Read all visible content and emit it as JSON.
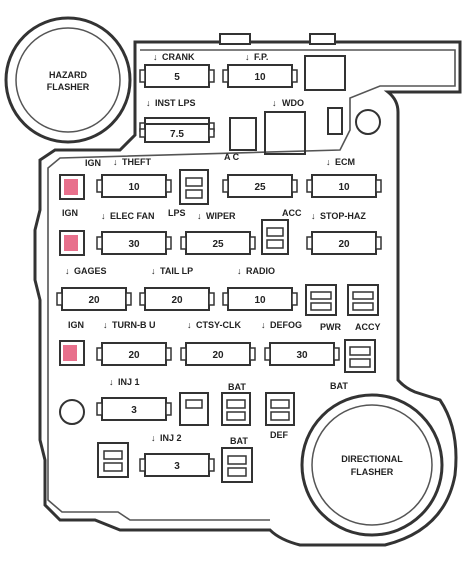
{
  "circles": {
    "hazard": {
      "line1": "HAZARD",
      "line2": "FLASHER"
    },
    "directional": {
      "line1": "DIRECTIONAL",
      "line2": "FLASHER"
    }
  },
  "fuses": [
    {
      "id": "crank",
      "label": "CRANK",
      "value": "5"
    },
    {
      "id": "fp",
      "label": "F.P.",
      "value": "10"
    },
    {
      "id": "inst-lps",
      "label": "INST LPS",
      "value": "7.5"
    },
    {
      "id": "inst-lps-2",
      "label": "",
      "value": "7.5"
    },
    {
      "id": "theft",
      "label": "THEFT",
      "value": "10"
    },
    {
      "id": "ac-fuse",
      "label": "",
      "value": "25"
    },
    {
      "id": "ecm",
      "label": "ECM",
      "value": "10"
    },
    {
      "id": "elec-fan",
      "label": "ELEC FAN",
      "value": "30"
    },
    {
      "id": "wiper",
      "label": "WIPER",
      "value": "25"
    },
    {
      "id": "stop-haz",
      "label": "STOP-HAZ",
      "value": "20"
    },
    {
      "id": "gages",
      "label": "GAGES",
      "value": "20"
    },
    {
      "id": "tail-lp",
      "label": "TAIL LP",
      "value": "20"
    },
    {
      "id": "radio",
      "label": "RADIO",
      "value": "10"
    },
    {
      "id": "turn-bu",
      "label": "TURN-B U",
      "value": "20"
    },
    {
      "id": "ctsy-clk",
      "label": "CTSY-CLK",
      "value": "20"
    },
    {
      "id": "defog",
      "label": "DEFOG",
      "value": "30"
    },
    {
      "id": "inj1",
      "label": "INJ 1",
      "value": "3"
    },
    {
      "id": "inj2",
      "label": "INJ 2",
      "value": "3"
    }
  ],
  "labels": {
    "wdo": "WDO",
    "ac": "A C",
    "lps": "LPS",
    "acc": "ACC",
    "pwr": "PWR",
    "accy": "ACCY",
    "ign1": "IGN",
    "ign2": "IGN",
    "ign3": "IGN",
    "bat1": "BAT",
    "bat2": "BAT",
    "bat3": "BAT",
    "def": "DEF"
  }
}
